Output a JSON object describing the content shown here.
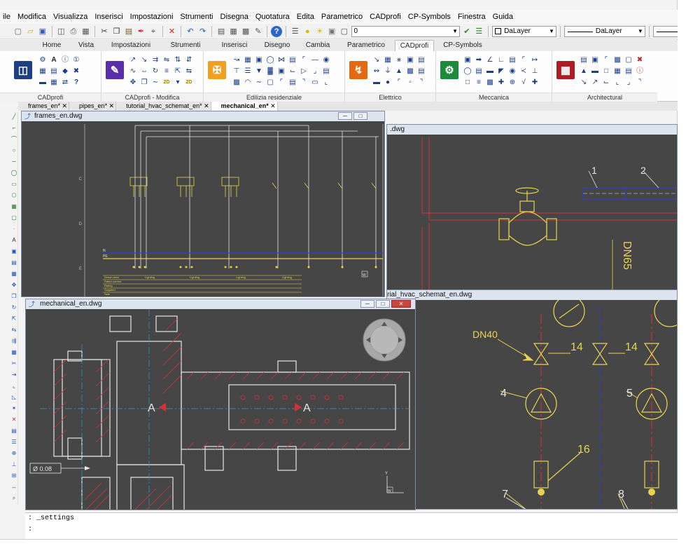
{
  "menu": [
    "ile",
    "Modifica",
    "Visualizza",
    "Inserisci",
    "Impostazioni",
    "Strumenti",
    "Disegna",
    "Quotatura",
    "Edita",
    "Parametrico",
    "CADprofi",
    "CP-Symbols",
    "Finestra",
    "Guida"
  ],
  "toolbar": {
    "layer_value": "0",
    "color_value": "DaLayer",
    "linetype_value": "DaLayer"
  },
  "ribbon_tabs": [
    "Home",
    "Vista",
    "Impostazioni",
    "Strumenti",
    "Inserisci",
    "Disegno",
    "Cambia",
    "Parametrico",
    "CADprofi",
    "CP-Symbols"
  ],
  "ribbon_active_tab": "CADprofi",
  "panels": [
    "CADprofi",
    "CADprofi - Modifica",
    "Edilizia residenziale",
    "Elettrico",
    "Meccanica",
    "Architectural"
  ],
  "panel_icon_glyphs": {
    "modifica_2d_a": "2D",
    "modifica_2d_b": "2D"
  },
  "doc_tabs": [
    "frames_en*",
    "pipes_en*",
    "tutorial_hvac_schemat_en*",
    "mechanical_en*"
  ],
  "windows": {
    "frames": {
      "title": "frames_en.dwg",
      "row_letters": [
        "C",
        "D",
        "E"
      ],
      "bus_labels": [
        "N",
        "PE"
      ],
      "table_rows": [
        "Drawn area",
        "Rated current",
        "Rating",
        "Supplied",
        "Side"
      ],
      "table_cols": [
        "Lighting",
        "Lighting",
        "Lighting",
        "Lighting"
      ],
      "ucs_label": "W"
    },
    "pipes": {
      "title": ".dwg",
      "balloons": [
        "1",
        "2"
      ],
      "dn_label": "DN65"
    },
    "hvac": {
      "title": "rial_hvac_schemat_en.dwg",
      "dn_label": "DN40",
      "valve_labels": [
        "14",
        "14"
      ],
      "pump_labels": [
        "4",
        "5"
      ],
      "sensor_label": "16",
      "line_labels": [
        "7",
        "8"
      ]
    },
    "mechanical": {
      "title": "mechanical_en.dwg",
      "section_label": "A",
      "tolerance_label": "Ø 0.08",
      "ucs_y": "Y",
      "ucs_w": "W"
    }
  },
  "command_line": [
    ": _settings",
    ":"
  ],
  "colors": {
    "drawing_bg": "#464646",
    "cad_yellow": "#e8d44d",
    "cad_red": "#d8303a",
    "cad_blue": "#2a3fe0",
    "cad_white": "#e6e6e6",
    "cad_gray": "#9a9a9a"
  }
}
